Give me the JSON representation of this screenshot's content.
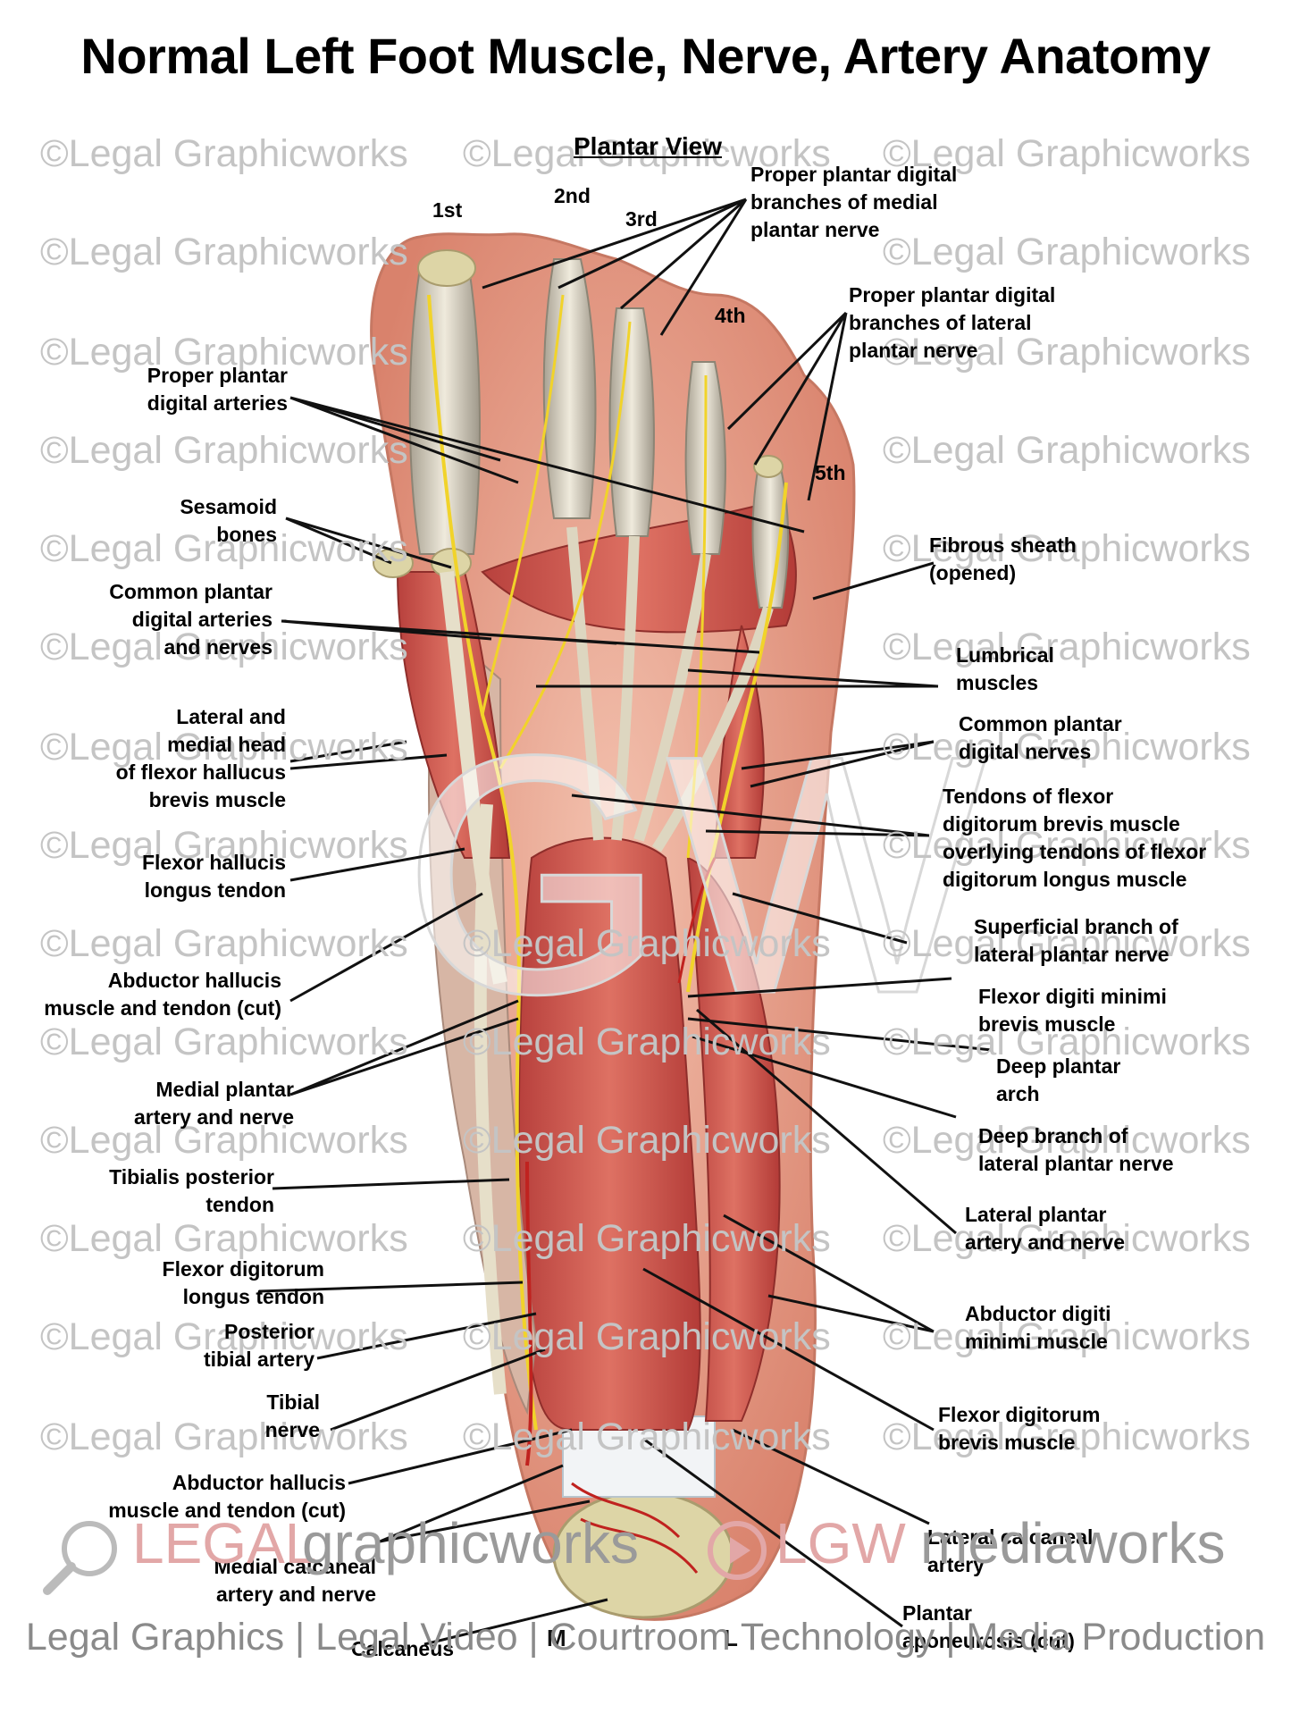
{
  "title": "Normal Left Foot Muscle, Nerve, Artery Anatomy",
  "view_title": "Plantar View",
  "toes": {
    "t1": "1st",
    "t2": "2nd",
    "t3": "3rd",
    "t4": "4th",
    "t5": "5th"
  },
  "labels_left": {
    "proper_plantar_digital_arteries": [
      "Proper plantar",
      "digital arteries"
    ],
    "sesamoid_bones": [
      "Sesamoid",
      "bones"
    ],
    "common_plantar_digital_arteries_nerves": [
      "Common plantar",
      "digital arteries",
      "and nerves"
    ],
    "flexor_hallucis_brevis": [
      "Lateral and",
      "medial head",
      "of flexor hallucus",
      "brevis muscle"
    ],
    "flexor_hallucis_longus": [
      "Flexor hallucis",
      "longus tendon"
    ],
    "abductor_hallucis_upper": [
      "Abductor hallucis",
      "muscle and tendon (cut)"
    ],
    "medial_plantar": [
      "Medial plantar",
      "artery and nerve"
    ],
    "tibialis_posterior": [
      "Tibialis posterior",
      "tendon"
    ],
    "flexor_digitorum_longus": [
      "Flexor digitorum",
      "longus tendon"
    ],
    "posterior_tibial_artery": [
      "Posterior",
      "tibial artery"
    ],
    "tibial_nerve": [
      "Tibial",
      "nerve"
    ],
    "abductor_hallucis_lower": [
      "Abductor hallucis",
      "muscle and tendon (cut)"
    ],
    "medial_calcaneal": [
      "Medial calcaneal",
      "artery and nerve"
    ],
    "calcaneus": [
      "Calcaneus"
    ]
  },
  "labels_right": {
    "proper_plantar_digital_medial": [
      "Proper plantar digital",
      "branches of medial",
      "plantar nerve"
    ],
    "proper_plantar_digital_lateral": [
      "Proper plantar digital",
      "branches of lateral",
      "plantar nerve"
    ],
    "fibrous_sheath": [
      "Fibrous sheath",
      "(opened)"
    ],
    "lumbrical": [
      "Lumbrical",
      "muscles"
    ],
    "common_plantar_digital_nerves": [
      "Common plantar",
      "digital nerves"
    ],
    "tendons_flexor": [
      "Tendons of flexor",
      "digitorum brevis muscle",
      "overlying tendons of flexor",
      "digitorum longus muscle"
    ],
    "superficial_branch": [
      "Superficial branch of",
      "lateral plantar nerve"
    ],
    "flexor_digiti_minimi": [
      "Flexor digiti minimi",
      "brevis muscle"
    ],
    "deep_plantar_arch": [
      "Deep plantar",
      "arch"
    ],
    "deep_branch": [
      "Deep branch of",
      "lateral plantar nerve"
    ],
    "lateral_plantar": [
      "Lateral plantar",
      "artery and nerve"
    ],
    "abductor_digiti_minimi": [
      "Abductor digiti",
      "minimi muscle"
    ],
    "flexor_digitorum_brevis": [
      "Flexor digitorum",
      "brevis muscle"
    ],
    "lateral_calcaneal": [
      "Lateral calcaneal",
      "artery"
    ],
    "plantar_aponeurosis": [
      "Plantar",
      "aponeurosis (cut)"
    ]
  },
  "markers": {
    "medial": "M",
    "lateral": "L"
  },
  "watermark_text": "©Legal Graphicworks",
  "logo": {
    "part1": "LEGAL",
    "part2": "graphicworks",
    "part3": "LGW",
    "part4": "mediaworks"
  },
  "footer": "Legal Graphics | Legal Video | Courtroom Technology | Media Production",
  "colors": {
    "muscle": "#c9504a",
    "tendon": "#e6dfc9",
    "nerve": "#f1d32a",
    "artery": "#c0221f",
    "skin": "#e9a48f",
    "bone": "#ddd5a6"
  }
}
